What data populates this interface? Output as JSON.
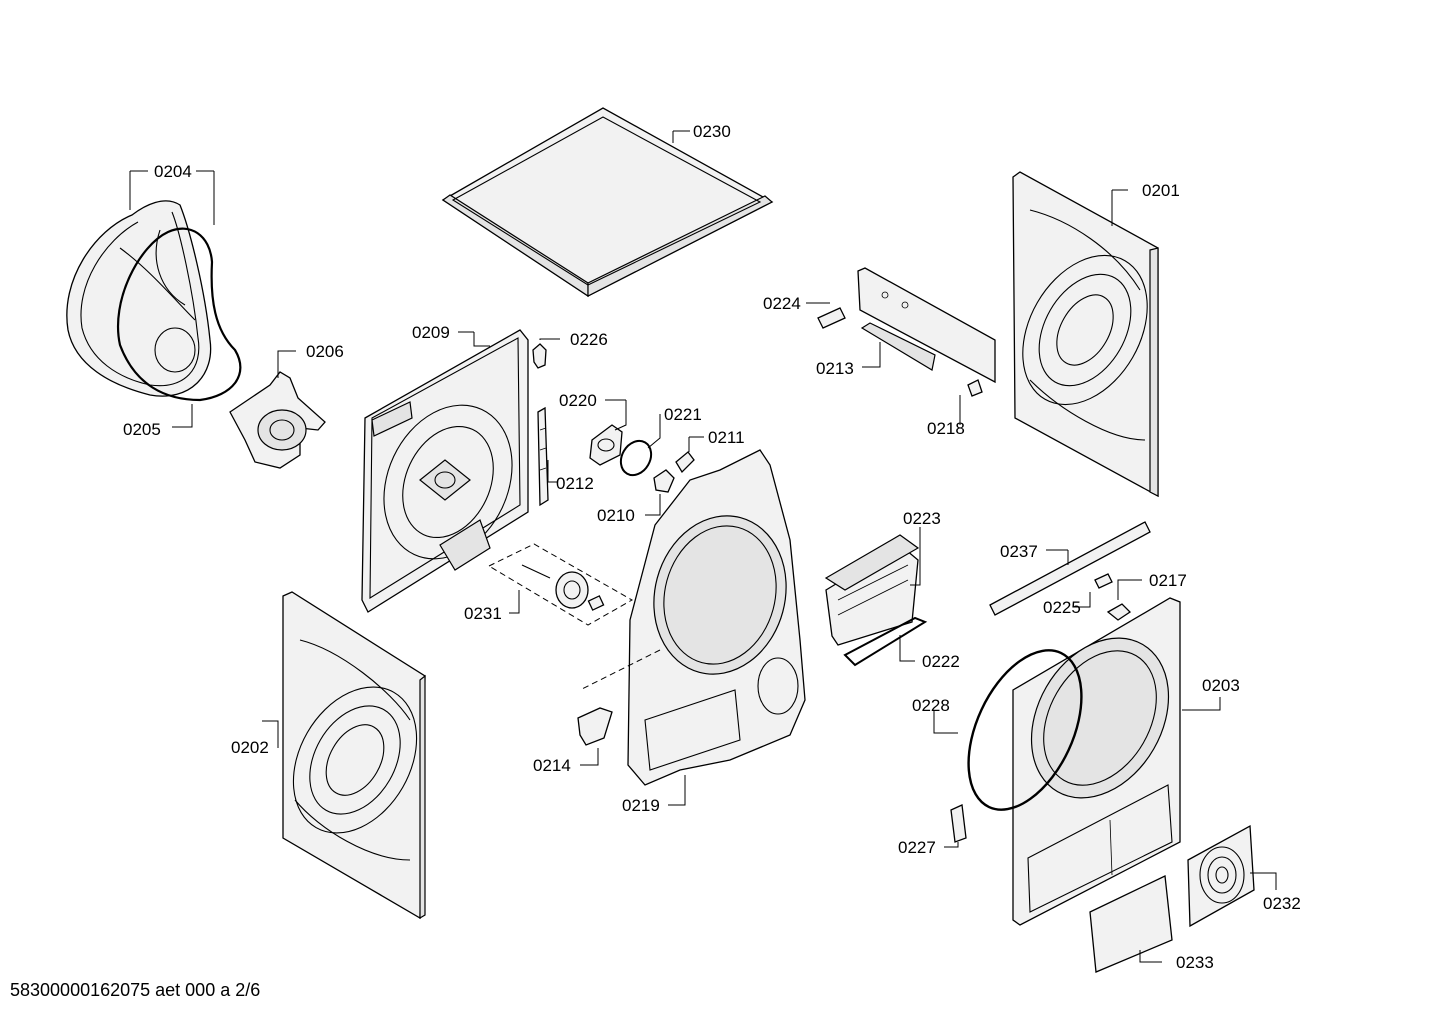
{
  "labels": {
    "p0201": "0201",
    "p0202": "0202",
    "p0203": "0203",
    "p0204": "0204",
    "p0205": "0205",
    "p0206": "0206",
    "p0209": "0209",
    "p0210": "0210",
    "p0211": "0211",
    "p0212": "0212",
    "p0213": "0213",
    "p0214": "0214",
    "p0217": "0217",
    "p0218": "0218",
    "p0219": "0219",
    "p0220": "0220",
    "p0221": "0221",
    "p0222": "0222",
    "p0223": "0223",
    "p0224": "0224",
    "p0225": "0225",
    "p0226": "0226",
    "p0227": "0227",
    "p0228": "0228",
    "p0230": "0230",
    "p0231": "0231",
    "p0232": "0232",
    "p0233": "0233",
    "p0237": "0237"
  },
  "footer": "58300000162075 aet 000 a 2/6"
}
